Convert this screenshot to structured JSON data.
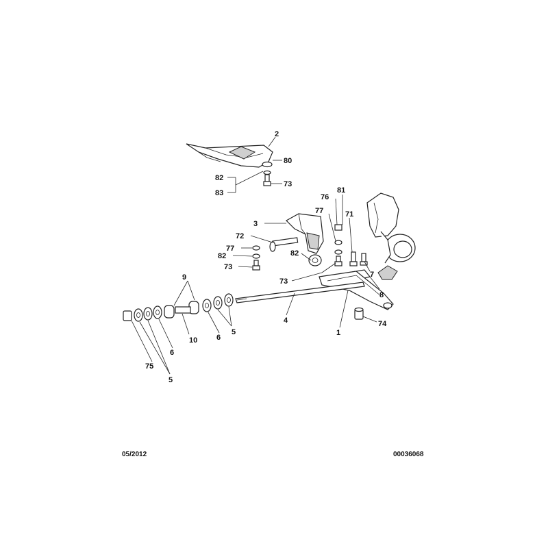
{
  "part_labels": {
    "p2": "2",
    "p80": "80",
    "p82a": "82",
    "p73a": "73",
    "p83": "83",
    "p81": "81",
    "p76": "76",
    "p77a": "77",
    "p71": "71",
    "p3": "3",
    "p72": "72",
    "p77b": "77",
    "p82b": "82",
    "p73b": "73",
    "p82c": "82",
    "p73c": "73",
    "p7": "7",
    "p8": "8",
    "p9": "9",
    "p10": "10",
    "p6a": "6",
    "p6b": "6",
    "p5a": "5",
    "p5b": "5",
    "p4": "4",
    "p1": "1",
    "p74": "74",
    "p75": "75"
  },
  "footer": {
    "date": "05/2012",
    "reference": "00036068"
  }
}
